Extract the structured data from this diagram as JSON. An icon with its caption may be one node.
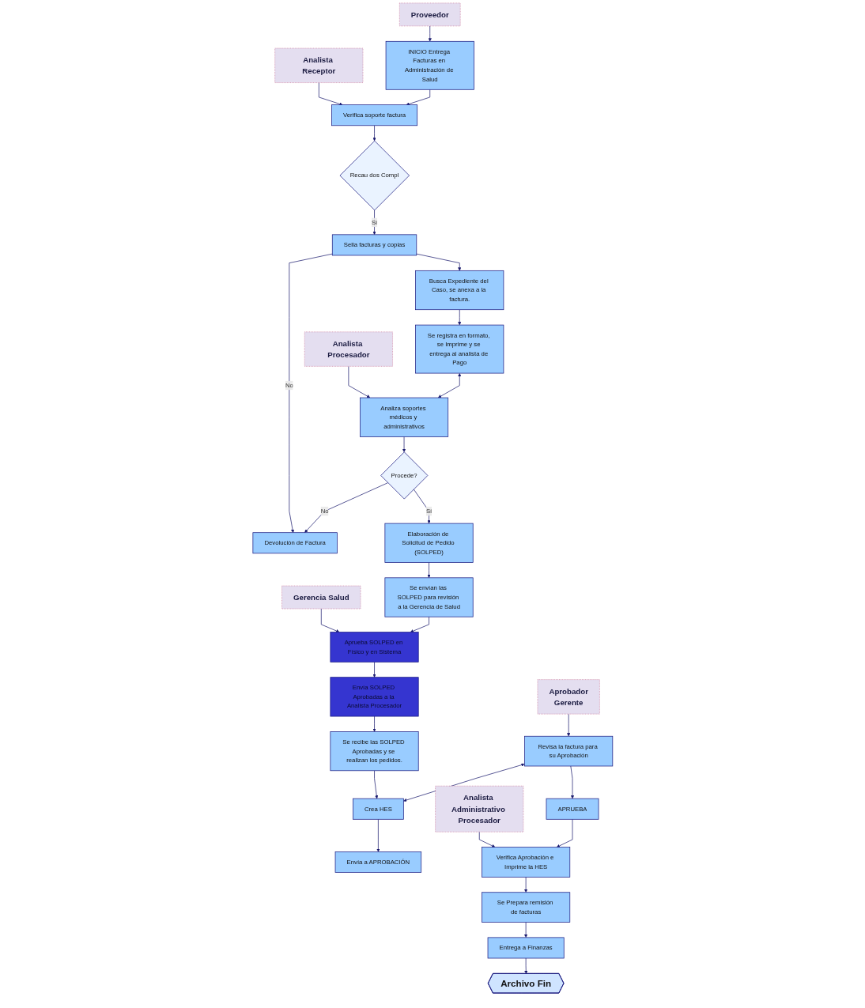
{
  "diagram": {
    "nodes": [
      {
        "text": [
          "Proveedor"
        ]
      },
      {
        "text": [
          "Analista Receptor"
        ]
      },
      {
        "text": [
          "Analista Procesador"
        ]
      },
      {
        "text": [
          "Gerencia Salud"
        ]
      },
      {
        "text": [
          "Aprobador",
          "Gerente"
        ]
      },
      {
        "text": [
          "Analista Administrativo Procesador"
        ]
      },
      {
        "text": [
          "INICIO Entrega Facturas en Administración de Salud"
        ]
      },
      {
        "text": [
          "Verifica soporte factura"
        ]
      },
      {
        "text": [
          "Recau dos Compl"
        ]
      },
      {
        "text": [
          "Sella facturas y copias"
        ]
      },
      {
        "text": [
          "Devolución de Factura"
        ]
      },
      {
        "text": [
          "Busca Expediente del Caso, se anexa a la factura."
        ]
      },
      {
        "text": [
          "Se registra en formato, se Imprime y se entrega al analista de Pago"
        ]
      },
      {
        "text": [
          "Analiza soportes médicos y administrativos"
        ]
      },
      {
        "text": [
          "Procede?"
        ]
      },
      {
        "text": [
          "Elaboración de Solicitud de Pedido (SOLPED)"
        ]
      },
      {
        "text": [
          "Se envían las SOLPED para revisión a la Gerencia de Salud"
        ]
      },
      {
        "text": [
          "Se recibe las SOLPED Aprobadas y se realizan los pedidos."
        ]
      },
      {
        "text": [
          "Crea HES"
        ]
      },
      {
        "text": [
          "Envía a APROBACIÓN"
        ]
      },
      {
        "text": [
          "Aprueba SOLPED en Físico y en Sistema"
        ]
      },
      {
        "text": [
          "Envía SOLPED Aprobadas a la Analista Procesador"
        ]
      },
      {
        "text": [
          "Revisa la factura para su Aprobación"
        ]
      },
      {
        "text": [
          "APRUEBA"
        ]
      },
      {
        "text": [
          "Verifica Aprobación e Imprime la HES"
        ]
      },
      {
        "text": [
          "Se Prepara remisión de facturas"
        ]
      },
      {
        "text": [
          "Entrega a Finanzas"
        ]
      },
      {
        "text": [
          "Archivo Fin"
        ]
      }
    ],
    "edges": [
      {
        "from": 0,
        "to": 6,
        "arrow": "to"
      },
      {
        "from": 1,
        "to": 7,
        "arrow": "to"
      },
      {
        "from": 2,
        "to": 13,
        "arrow": "to"
      },
      {
        "from": 3,
        "to": 20,
        "arrow": "to"
      },
      {
        "from": 4,
        "to": 22,
        "arrow": "to"
      },
      {
        "from": 5,
        "to": 24,
        "arrow": "to"
      },
      {
        "from": 6,
        "to": 7,
        "arrow": "to"
      },
      {
        "from": 7,
        "to": 8,
        "arrow": "to"
      },
      {
        "from": 8,
        "to": 9,
        "arrow": "to",
        "label": "Sí"
      },
      {
        "from": 9,
        "to": 10,
        "arrow": "to",
        "label": "No"
      },
      {
        "from": 9,
        "to": 11,
        "arrow": "to"
      },
      {
        "from": 11,
        "to": 12,
        "arrow": "to"
      },
      {
        "from": 12,
        "to": 13,
        "arrow": "both"
      },
      {
        "from": 13,
        "to": 14,
        "arrow": "to"
      },
      {
        "from": 14,
        "to": 10,
        "arrow": "to",
        "label": "No"
      },
      {
        "from": 14,
        "to": 15,
        "arrow": "to",
        "label": "Sí"
      },
      {
        "from": 15,
        "to": 16,
        "arrow": "to"
      },
      {
        "from": 16,
        "to": 20,
        "arrow": "to"
      },
      {
        "from": 20,
        "to": 21,
        "arrow": "to"
      },
      {
        "from": 21,
        "to": 17,
        "arrow": "to"
      },
      {
        "from": 17,
        "to": 18,
        "arrow": "to"
      },
      {
        "from": 18,
        "to": 19,
        "arrow": "to"
      },
      {
        "from": 22,
        "to": 18,
        "arrow": "both"
      },
      {
        "from": 22,
        "to": 23,
        "arrow": "to"
      },
      {
        "from": 23,
        "to": 24,
        "arrow": "to"
      },
      {
        "from": 24,
        "to": 25,
        "arrow": "to"
      },
      {
        "from": 25,
        "to": 26,
        "arrow": "to"
      },
      {
        "from": 26,
        "to": 27,
        "arrow": "to"
      }
    ]
  }
}
